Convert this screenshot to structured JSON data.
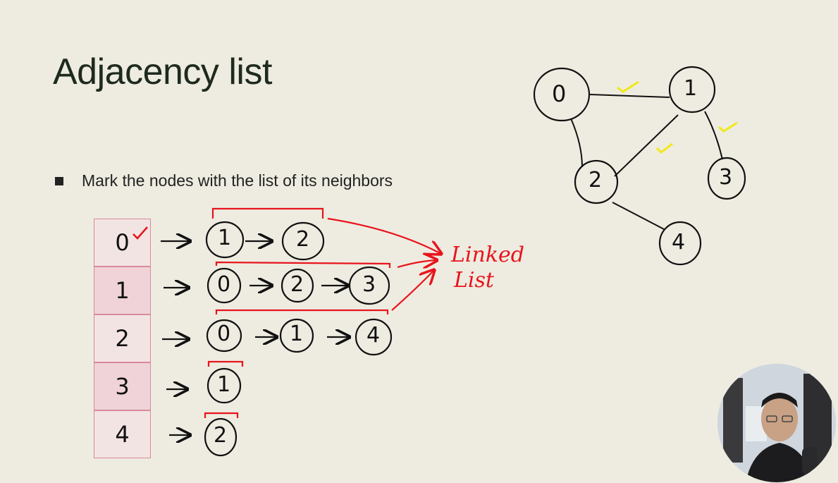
{
  "slide": {
    "title": "Adjacency list",
    "bullet": "Mark the nodes with the list of its neighbors"
  },
  "adjacency_list": [
    {
      "node": "0",
      "neighbors": [
        "1",
        "2"
      ]
    },
    {
      "node": "1",
      "neighbors": [
        "0",
        "2",
        "3"
      ]
    },
    {
      "node": "2",
      "neighbors": [
        "0",
        "1",
        "4"
      ]
    },
    {
      "node": "3",
      "neighbors": [
        "1"
      ]
    },
    {
      "node": "4",
      "neighbors": [
        "2"
      ]
    }
  ],
  "annotation": {
    "label_line1": "Linked",
    "label_line2": "List",
    "color": "#e8141c"
  },
  "graph": {
    "nodes": [
      "0",
      "1",
      "2",
      "3",
      "4"
    ],
    "edges": [
      [
        "0",
        "1"
      ],
      [
        "0",
        "2"
      ],
      [
        "1",
        "2"
      ],
      [
        "1",
        "3"
      ],
      [
        "2",
        "4"
      ]
    ],
    "checkmark_color": "#f2e81a"
  },
  "colors": {
    "background": "#eeece1",
    "table_light": "#f3e4e4",
    "table_dark": "#efd3d8",
    "table_border": "#d88a9a"
  },
  "webcam": {
    "shape": "circle"
  }
}
